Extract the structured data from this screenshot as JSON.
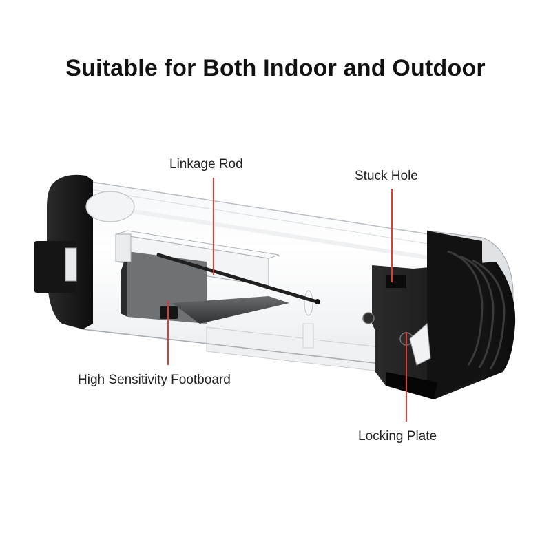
{
  "title": "Suitable for Both Indoor and Outdoor",
  "callouts": {
    "linkage_rod": "Linkage Rod",
    "stuck_hole": "Stuck Hole",
    "footboard": "High Sensitivity Footboard",
    "locking_plate": "Locking Plate"
  },
  "colors": {
    "callout_line": "#e53935",
    "housing": "#1a1a1a",
    "tube_outline": "#b9bec3"
  }
}
